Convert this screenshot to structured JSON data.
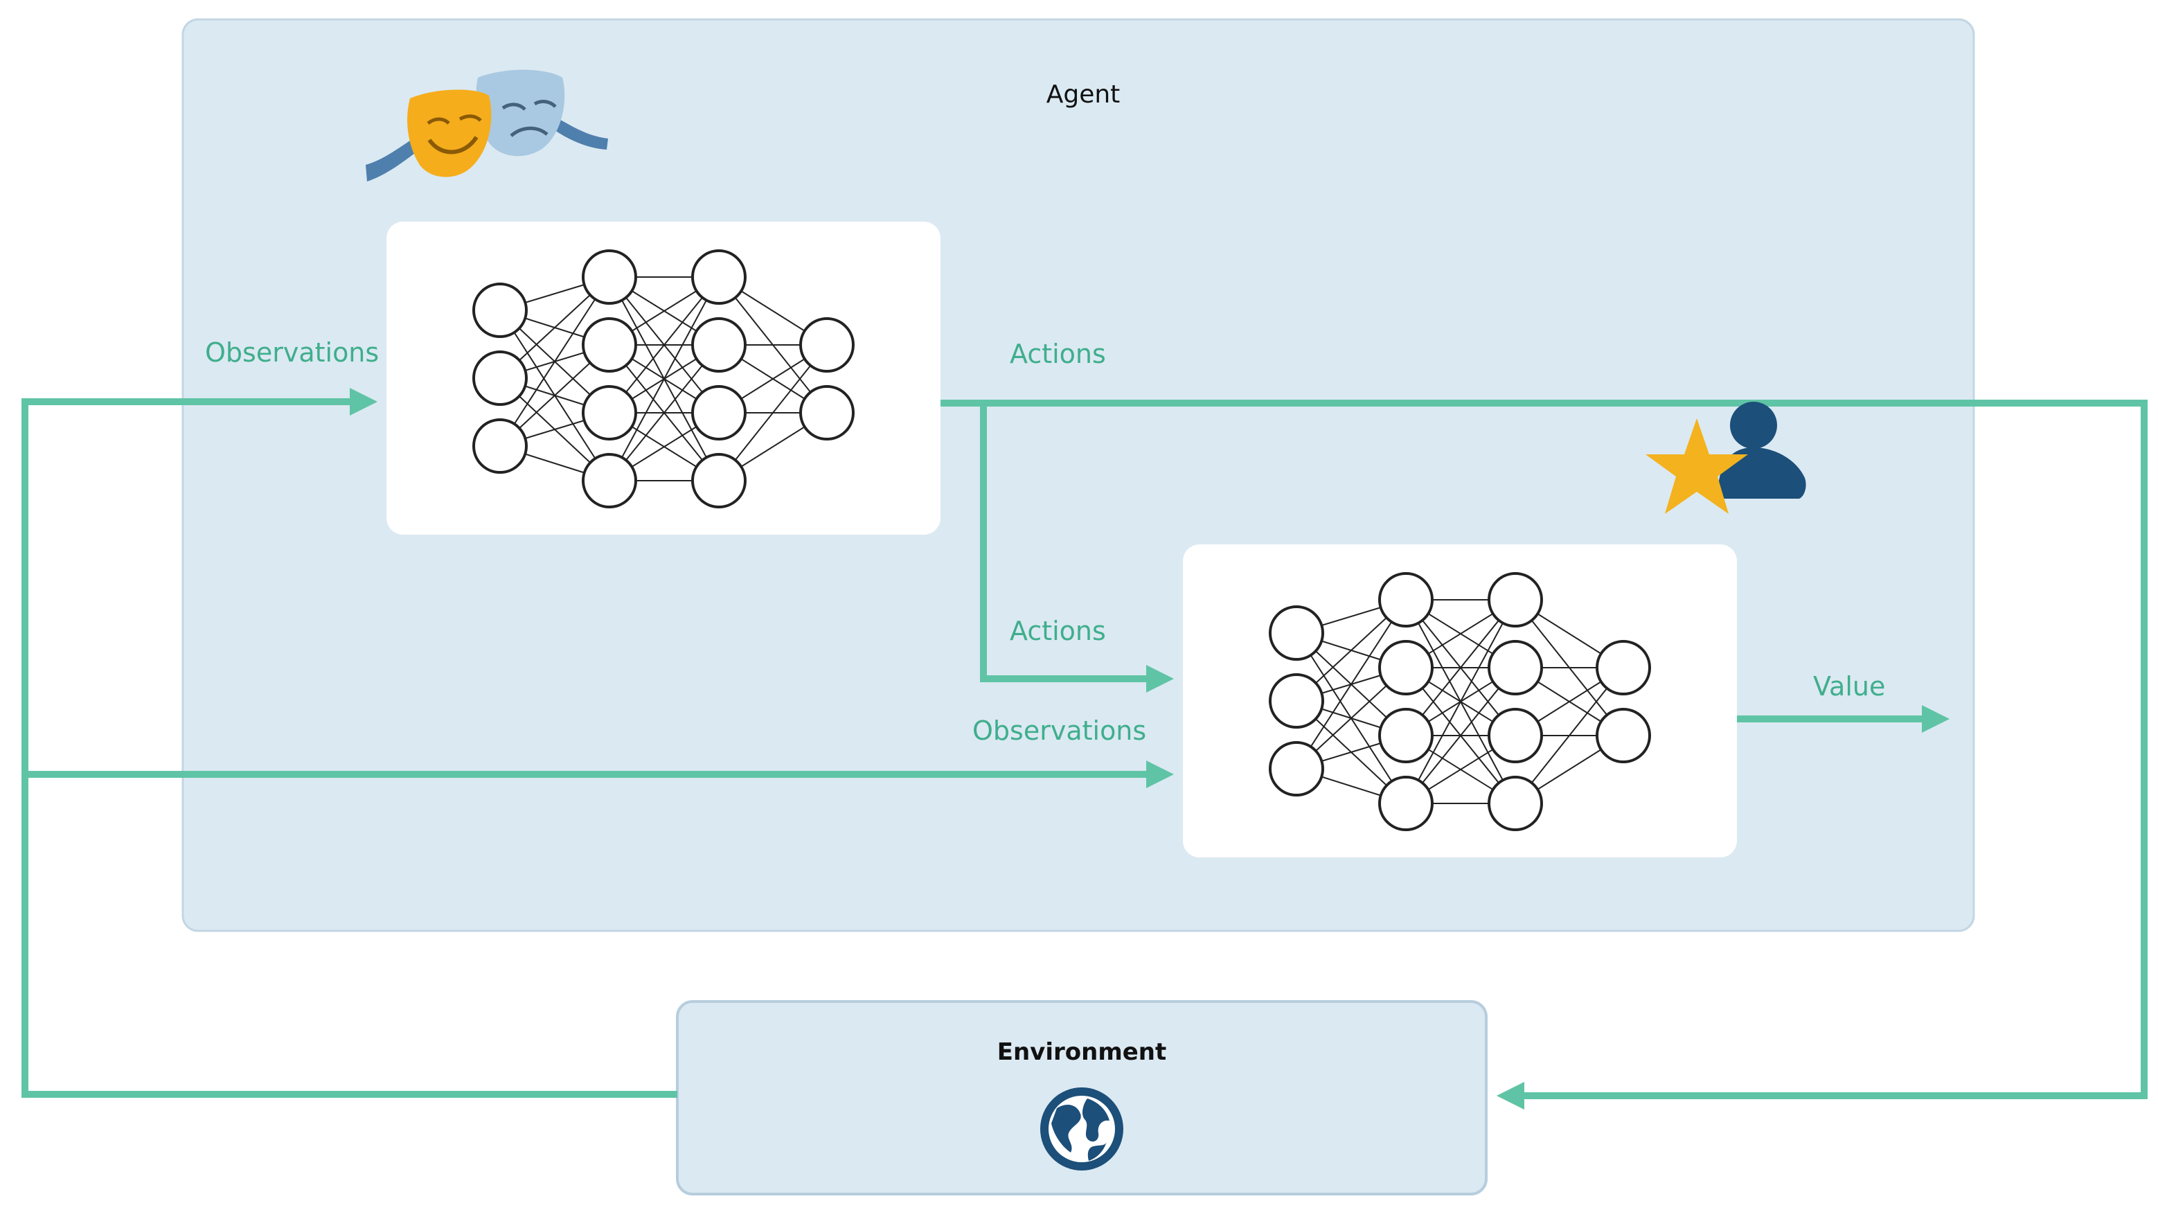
{
  "agent": {
    "title": "Agent"
  },
  "environment": {
    "title": "Environment"
  },
  "labels": {
    "actor_input": "Observations",
    "actor_output": "Actions",
    "critic_actions": "Actions",
    "critic_observations": "Observations",
    "critic_output": "Value"
  },
  "icons": {
    "actor": "theater-masks-icon",
    "critic": "critic-star-person-icon",
    "environment": "globe-icon"
  },
  "colors": {
    "flow": "#5fc4a5",
    "label": "#3fae8c",
    "agent_bg": "#dbe9f2",
    "agent_border": "#c3d6e3",
    "env_bg": "#dbe9f2",
    "mask_happy": "#f5ad1c",
    "mask_sad": "#a9c9e2",
    "ribbon": "#4f7fad",
    "star": "#f3b21e",
    "person": "#1c4f79",
    "globe": "#1c4f79"
  }
}
